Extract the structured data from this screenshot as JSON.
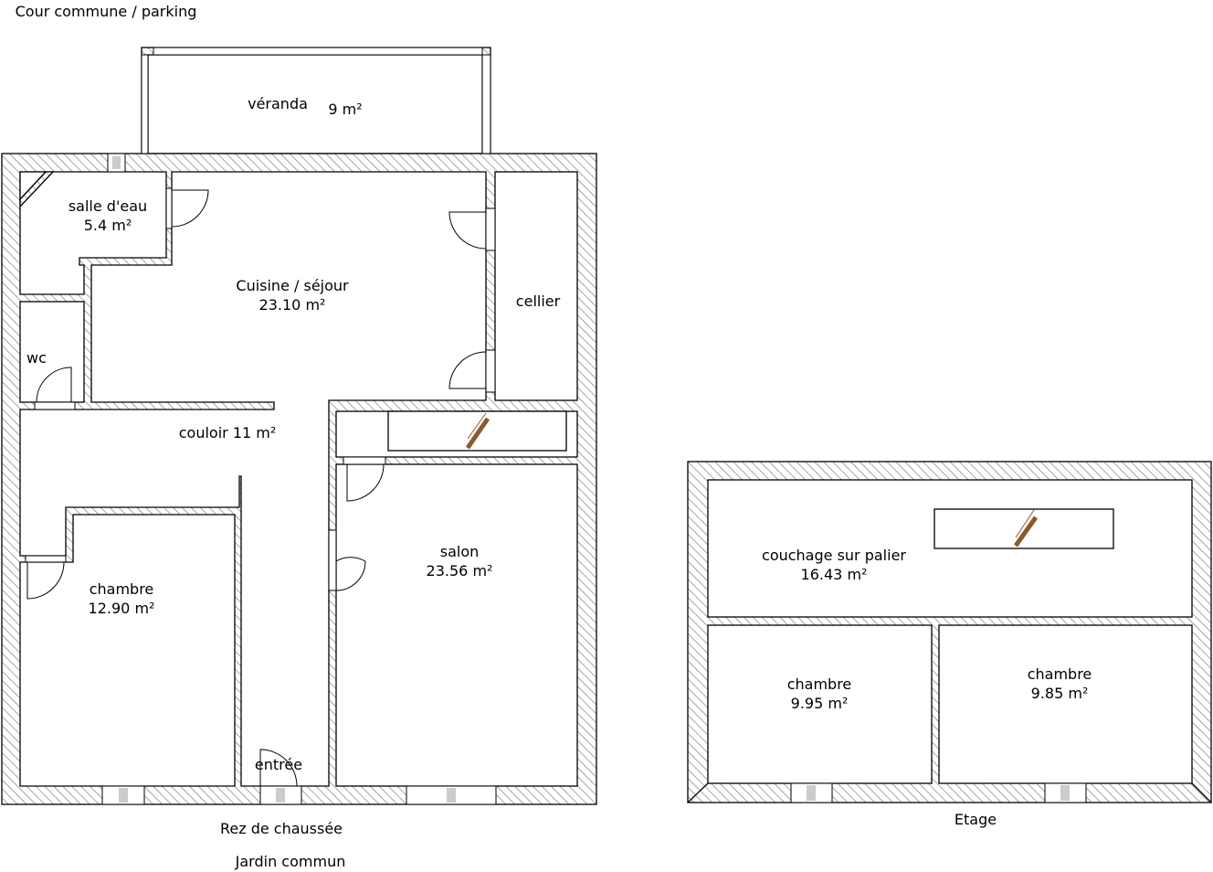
{
  "labels": {
    "top": "Cour commune / parking",
    "bottom_floor": "Rez de chaussée",
    "bottom_garden": "Jardin commun",
    "upper_floor": "Etage"
  },
  "rooms": {
    "veranda": {
      "name": "véranda",
      "area": "9 m²"
    },
    "salle_deau": {
      "name": "salle d'eau",
      "area": "5.4 m²"
    },
    "cuisine": {
      "name": "Cuisine / séjour",
      "area": "23.10 m²"
    },
    "cellier": {
      "name": "cellier"
    },
    "wc": {
      "name": "wc"
    },
    "couloir": {
      "name": "couloir 11 m²"
    },
    "chambre_rdc": {
      "name": "chambre",
      "area": "12.90 m²"
    },
    "salon": {
      "name": "salon",
      "area": "23.56 m²"
    },
    "entree": {
      "name": "entrée"
    },
    "palier": {
      "name": "couchage sur palier",
      "area": "16.43 m²"
    },
    "chambre_1": {
      "name": "chambre",
      "area": "9.95 m²"
    },
    "chambre_2": {
      "name": "chambre",
      "area": "9.85 m²"
    }
  },
  "colors": {
    "stairs": "#8B5A2B"
  }
}
